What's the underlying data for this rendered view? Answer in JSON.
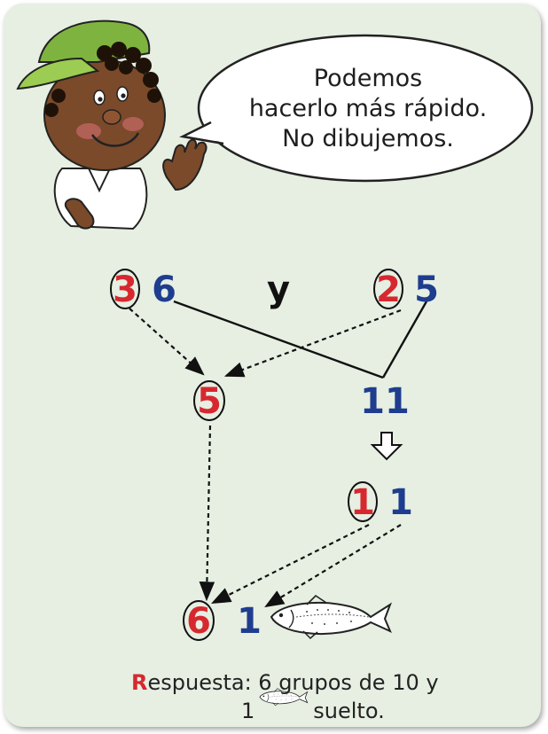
{
  "speech_bubble": {
    "lines": [
      "Podemos",
      "hacerlo más rápido.",
      "No dibujemos."
    ]
  },
  "diagram": {
    "left_pair": {
      "tens": "3",
      "ones": "6"
    },
    "connector": "y",
    "right_pair": {
      "tens": "2",
      "ones": "5"
    },
    "tens_sum": "5",
    "ones_sum": "11",
    "regroup": {
      "tens": "1",
      "ones": "1"
    },
    "result": {
      "tens": "6",
      "ones": "1"
    }
  },
  "answer": {
    "initial": "R",
    "line1_rest": "espuesta: 6 grupos de 10 y",
    "line2_number": "1",
    "line2_word": "suelto."
  },
  "colors": {
    "tens": "#d7282f",
    "ones": "#1f3d8f",
    "background": "#e6efe2"
  },
  "icons": [
    "boy-character-icon",
    "fish-icon",
    "down-arrow-icon"
  ]
}
